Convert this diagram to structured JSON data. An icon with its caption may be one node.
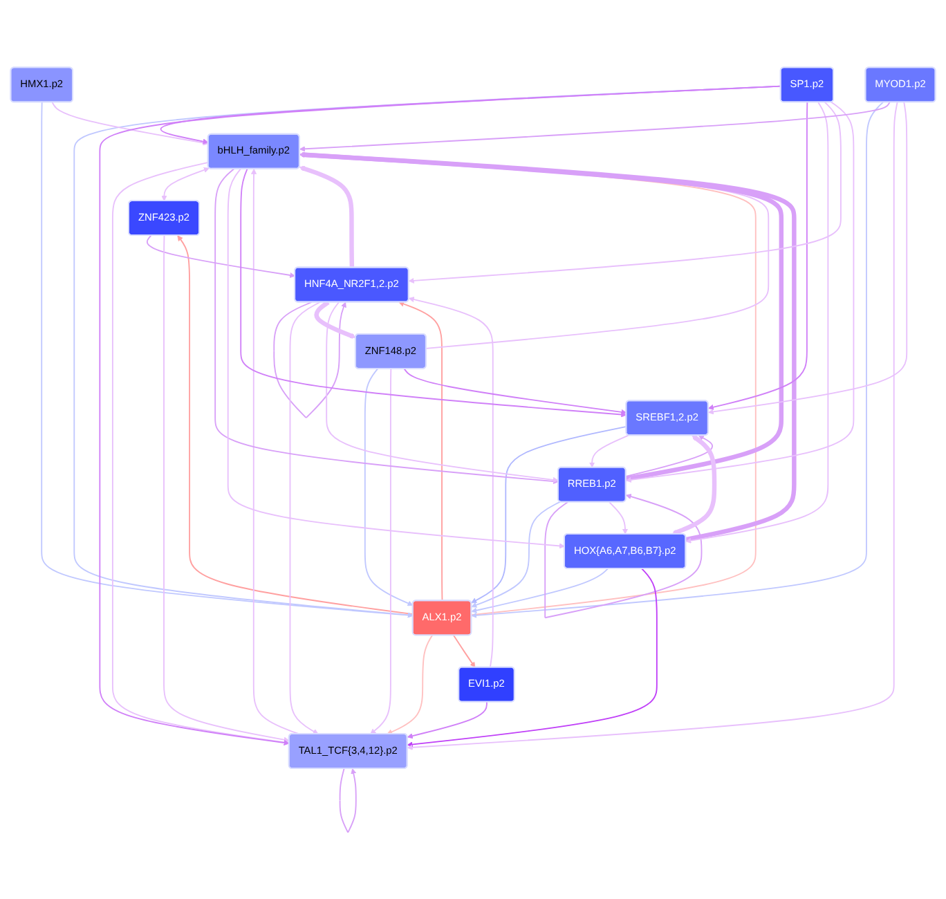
{
  "diagram": {
    "nodes": [
      {
        "text": [
          "bHLH_family.p2"
        ]
      },
      {
        "text": [
          "TAL1_TCF{3,4,12}.p2"
        ]
      },
      {
        "text": [
          "ZNF423.p2"
        ]
      },
      {
        "text": [
          "HNF4A_NR2F1,2.p2"
        ]
      },
      {
        "text": [
          "ZNF148.p2"
        ]
      },
      {
        "text": [
          "EVI1.p2"
        ]
      },
      {
        "text": [
          "ALX1.p2"
        ]
      },
      {
        "text": [
          "RREB1.p2"
        ]
      },
      {
        "text": [
          "HMX1.p2"
        ]
      },
      {
        "text": [
          "HOX{A6,A7,B6,B7}.p2"
        ]
      },
      {
        "text": [
          "MYOD1.p2"
        ]
      },
      {
        "text": [
          "SP1.p2"
        ]
      },
      {
        "text": [
          "SREBF1,2.p2"
        ]
      }
    ],
    "edges": [
      {
        "from": 6,
        "to": 2,
        "arrow": "to",
        "color": "#ffa0a0"
      },
      {
        "from": 6,
        "to": 0,
        "arrow": "to",
        "color": "#ffc0c0"
      },
      {
        "from": 6,
        "to": 1,
        "arrow": "to",
        "color": "#ffc0c0"
      },
      {
        "from": 6,
        "to": 3,
        "arrow": "to",
        "color": "#ffa0a0"
      },
      {
        "from": 6,
        "to": 5,
        "arrow": "to",
        "color": "#ffa0a0"
      },
      {
        "from": 4,
        "to": 6,
        "arrow": "to",
        "color": "#c0c8ff"
      },
      {
        "from": 7,
        "to": 6,
        "arrow": "to",
        "color": "#c0c8ff"
      },
      {
        "from": 8,
        "to": 6,
        "arrow": "to",
        "color": "#c0c8ff"
      },
      {
        "from": 9,
        "to": 6,
        "arrow": "to",
        "color": "#c0c8ff"
      },
      {
        "from": 11,
        "to": 6,
        "arrow": "to",
        "color": "#c0c8ff"
      },
      {
        "from": 12,
        "to": 6,
        "arrow": "to",
        "color": "#b0b8ff"
      },
      {
        "from": 10,
        "to": 6,
        "arrow": "to",
        "color": "#c0c8ff"
      },
      {
        "from": 0,
        "to": 1,
        "arrow": "to"
      },
      {
        "from": 1,
        "to": 0,
        "arrow": "to"
      },
      {
        "from": 1,
        "to": 1,
        "arrow": "to",
        "color": "#d8a0f8"
      },
      {
        "from": 3,
        "to": 3,
        "arrow": "to",
        "color": "#d8a0f8"
      },
      {
        "from": 7,
        "to": 7,
        "arrow": "to",
        "color": "#d8a0f8"
      },
      {
        "from": 0,
        "to": 2,
        "arrow": "both"
      },
      {
        "from": 2,
        "to": 3,
        "arrow": "to",
        "color": "#d8a0f8"
      },
      {
        "from": 2,
        "to": 1,
        "arrow": "to"
      },
      {
        "from": 3,
        "to": 0,
        "arrow": "to",
        "style": "thick"
      },
      {
        "from": 3,
        "to": 1,
        "arrow": "to"
      },
      {
        "from": 5,
        "to": 3,
        "arrow": "to"
      },
      {
        "from": 5,
        "to": 1,
        "arrow": "to",
        "color": "#d080f8"
      },
      {
        "from": 8,
        "to": 0,
        "arrow": "to"
      },
      {
        "from": 4,
        "to": 0,
        "arrow": "to"
      },
      {
        "from": 4,
        "to": 1,
        "arrow": "to"
      },
      {
        "from": 3,
        "to": 4,
        "arrow": "to",
        "style": "thick"
      },
      {
        "from": 4,
        "to": 12,
        "arrow": "to",
        "color": "#d080f8"
      },
      {
        "from": 7,
        "to": 0,
        "arrow": "to",
        "style": "thick",
        "color": "#d8a0f8"
      },
      {
        "from": 0,
        "to": 7,
        "arrow": "to",
        "color": "#d8a0f8"
      },
      {
        "from": 7,
        "to": 9,
        "arrow": "to"
      },
      {
        "from": 12,
        "to": 7,
        "arrow": "to"
      },
      {
        "from": 7,
        "to": 12,
        "arrow": "to",
        "color": "#d8a0f8"
      },
      {
        "from": 3,
        "to": 7,
        "arrow": "to"
      },
      {
        "from": 9,
        "to": 0,
        "arrow": "to",
        "style": "thick",
        "color": "#d8a0f8"
      },
      {
        "from": 0,
        "to": 9,
        "arrow": "to"
      },
      {
        "from": 9,
        "to": 1,
        "arrow": "to",
        "color": "#c040f8"
      },
      {
        "from": 9,
        "to": 12,
        "arrow": "both",
        "style": "thick"
      },
      {
        "from": 11,
        "to": 0,
        "arrow": "to",
        "color": "#d080f8"
      },
      {
        "from": 11,
        "to": 1,
        "arrow": "to",
        "color": "#d080f8"
      },
      {
        "from": 11,
        "to": 12,
        "arrow": "to",
        "color": "#d080f8"
      },
      {
        "from": 11,
        "to": 9,
        "arrow": "to"
      },
      {
        "from": 11,
        "to": 3,
        "arrow": "to"
      },
      {
        "from": 11,
        "to": 7,
        "arrow": "to"
      },
      {
        "from": 10,
        "to": 0,
        "arrow": "to",
        "color": "#d8a0f8"
      },
      {
        "from": 10,
        "to": 1,
        "arrow": "to"
      },
      {
        "from": 10,
        "to": 12,
        "arrow": "to"
      },
      {
        "from": 0,
        "to": 12,
        "arrow": "to",
        "color": "#d080f8"
      }
    ]
  }
}
